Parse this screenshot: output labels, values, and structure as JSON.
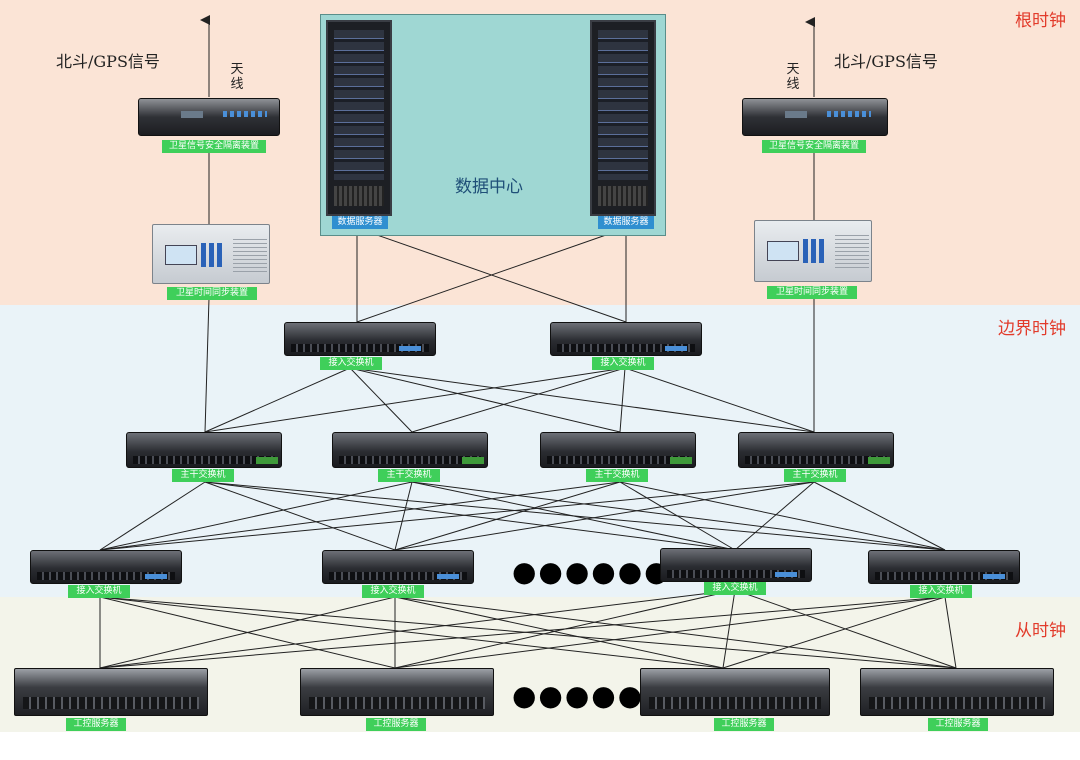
{
  "zones": {
    "root_label": "根时钟",
    "boundary_label": "边界时钟",
    "slave_label": "从时钟"
  },
  "signal_label": "北斗/GPS信号",
  "antenna_label": "天线",
  "data_center": {
    "title": "数据中心",
    "server_label": "数据服务器"
  },
  "labels": {
    "isolator": "卫星信号安全隔离装置",
    "sync": "卫星时间同步装置",
    "access_switch": "接入交换机",
    "core_switch": "主干交换机",
    "industrial_server": "工控服务器"
  },
  "ellipsis": "●●●●●●",
  "colors": {
    "root_zone": "#fbe4d6",
    "boundary_zone": "#eaf3f8",
    "slave_zone": "#f3f4ea",
    "zone_text": "#e23b2b",
    "device_tag": "#3fcf5a",
    "server_tag": "#2f8fd0",
    "data_center_box": "#9fd7d3"
  }
}
